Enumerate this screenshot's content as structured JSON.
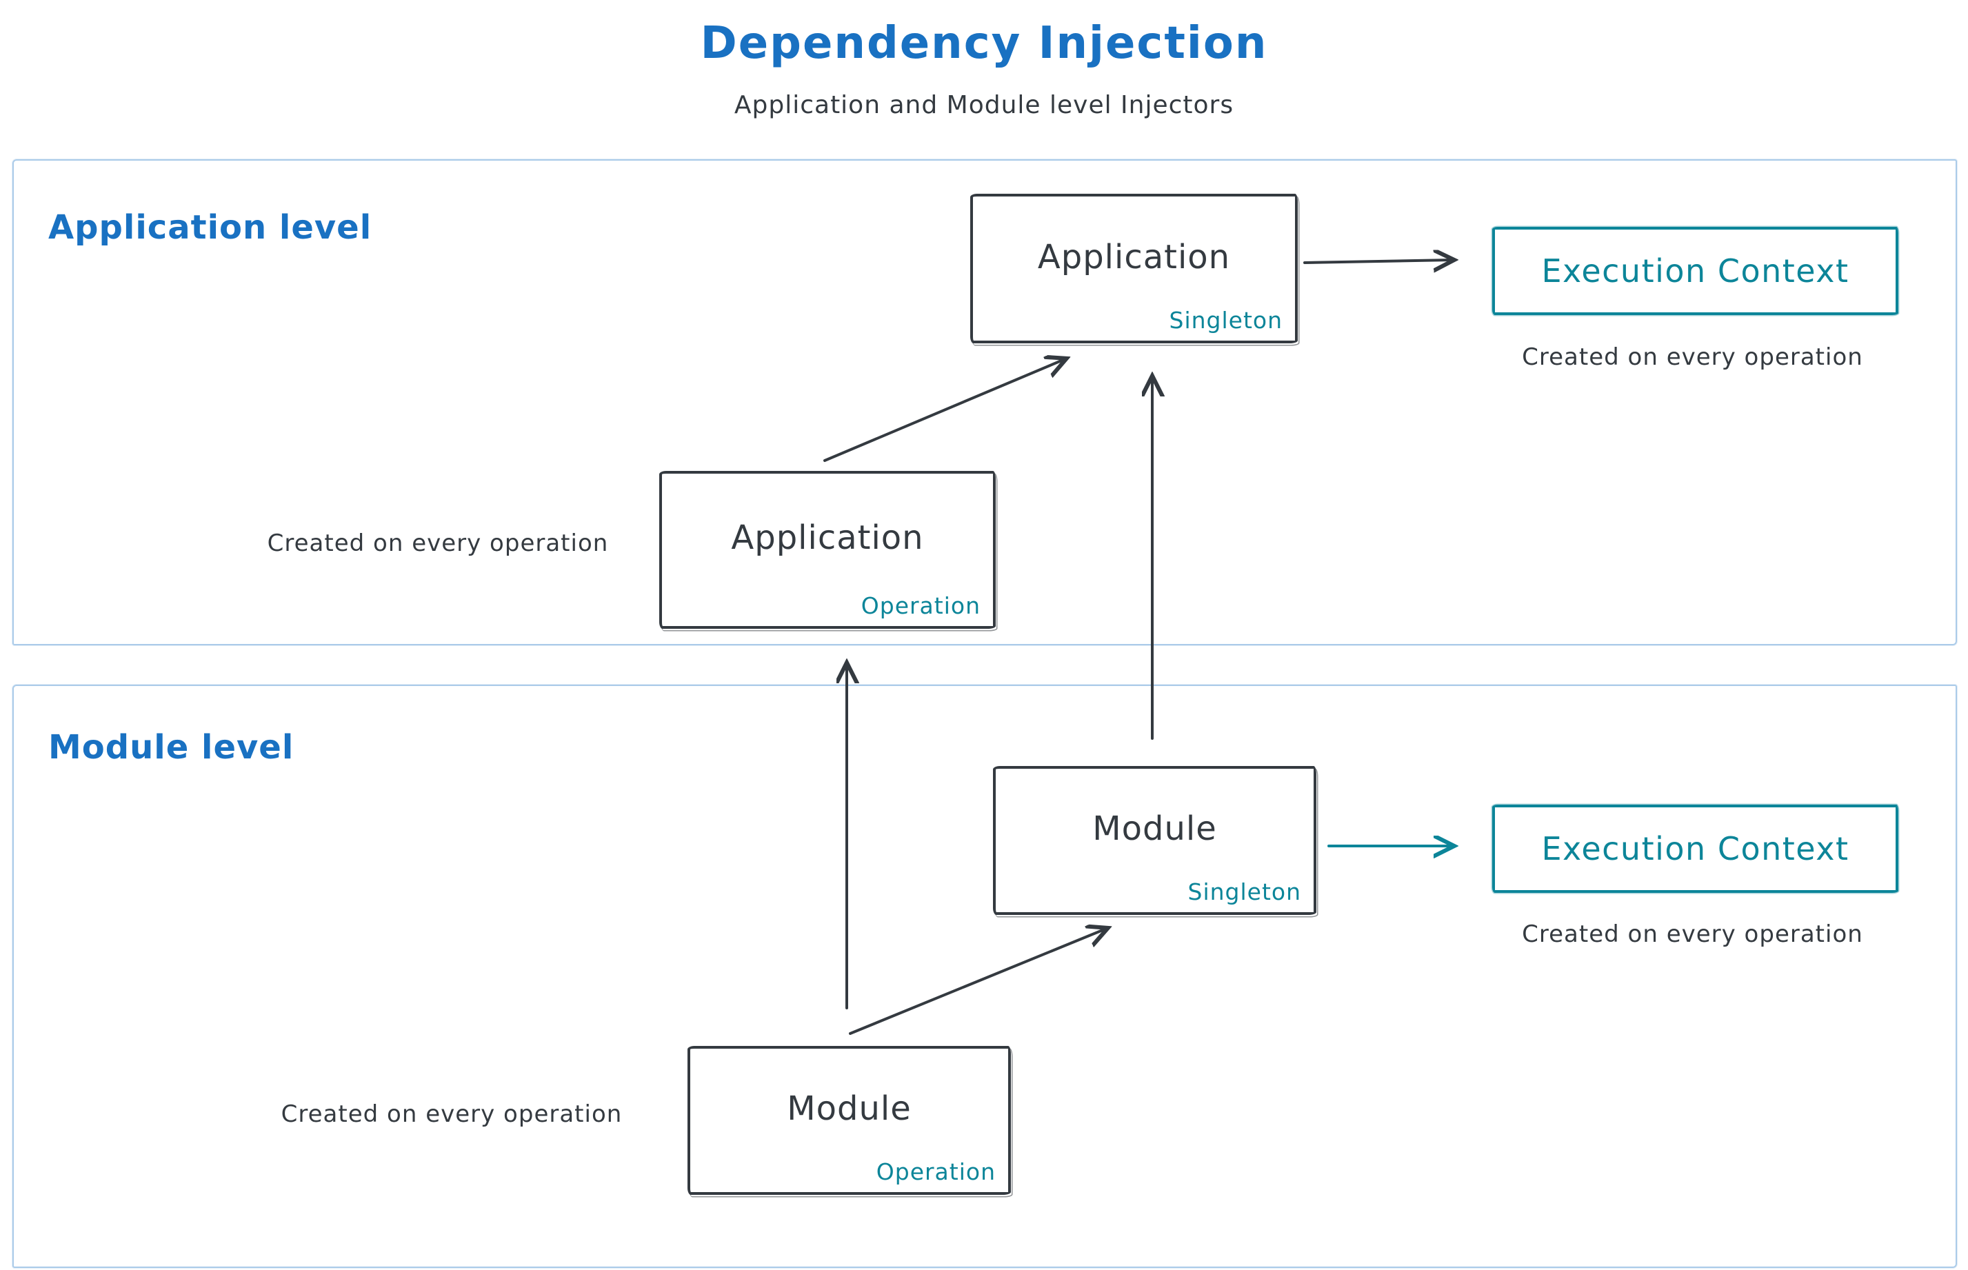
{
  "title": "Dependency Injection",
  "subtitle": "Application and Module level Injectors",
  "colors": {
    "accent_blue": "#1971c2",
    "accent_teal": "#0c8599",
    "ink_dark": "#343a40",
    "region_border": "#abcbe9"
  },
  "regions": {
    "application": {
      "label": "Application level"
    },
    "module": {
      "label": "Module level"
    }
  },
  "nodes": {
    "app_singleton": {
      "title": "Application",
      "subtitle": "Singleton"
    },
    "app_operation": {
      "title": "Application",
      "subtitle": "Operation"
    },
    "module_singleton": {
      "title": "Module",
      "subtitle": "Singleton"
    },
    "module_operation": {
      "title": "Module",
      "subtitle": "Operation"
    },
    "exec_context_app": {
      "label": "Execution Context"
    },
    "exec_context_module": {
      "label": "Execution Context"
    }
  },
  "captions": {
    "exec_app": "Created on every operation",
    "exec_module": "Created on every operation",
    "app_operation": "Created on every operation",
    "module_operation": "Created on every operation"
  }
}
